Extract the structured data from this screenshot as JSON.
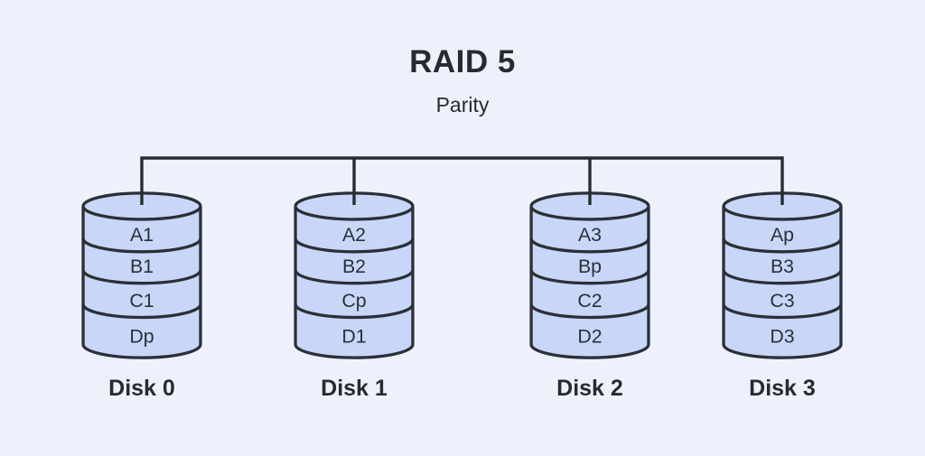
{
  "title": "RAID 5",
  "subtitle": "Parity",
  "colors": {
    "background": "#edf1fb",
    "cylinder_fill": "#c8d7f8",
    "outline": "#2b2f38",
    "text": "#262b33"
  },
  "disks": [
    {
      "label": "Disk 0",
      "segments": [
        "A1",
        "B1",
        "C1",
        "Dp"
      ]
    },
    {
      "label": "Disk 1",
      "segments": [
        "A2",
        "B2",
        "Cp",
        "D1"
      ]
    },
    {
      "label": "Disk 2",
      "segments": [
        "A3",
        "Bp",
        "C2",
        "D2"
      ]
    },
    {
      "label": "Disk 3",
      "segments": [
        "Ap",
        "B3",
        "C3",
        "D3"
      ]
    }
  ]
}
